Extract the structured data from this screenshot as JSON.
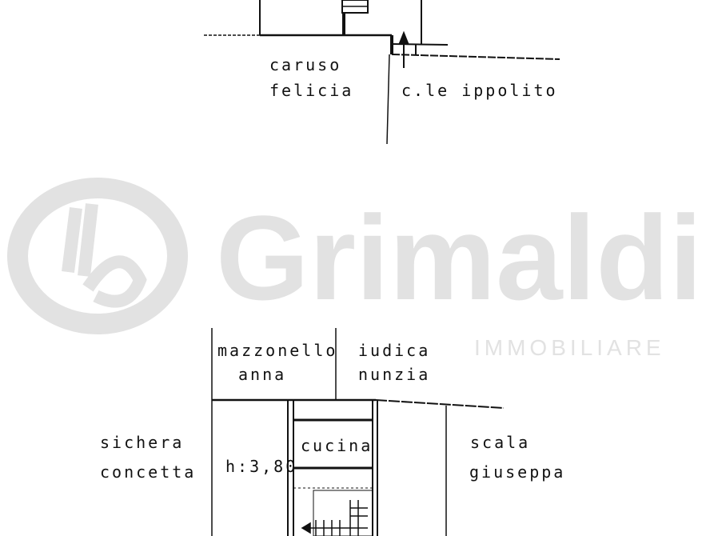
{
  "watermark": {
    "brand": "Grimaldi",
    "tagline": "IMMOBILIARE",
    "color": "#e2e2e2"
  },
  "plan": {
    "top_labels": [
      {
        "line1": "caruso",
        "line2": "felicia"
      },
      {
        "line1": "c.le ippolito"
      }
    ],
    "bottom_labels": [
      {
        "line1": "mazzonello",
        "line2": "anna"
      },
      {
        "line1": "iudica",
        "line2": "nunzia"
      },
      {
        "line1": "sichera",
        "line2": "concetta"
      },
      {
        "line1": "scala",
        "line2": "giuseppa"
      }
    ],
    "room": "cucina",
    "height_note": "h:3,80"
  }
}
